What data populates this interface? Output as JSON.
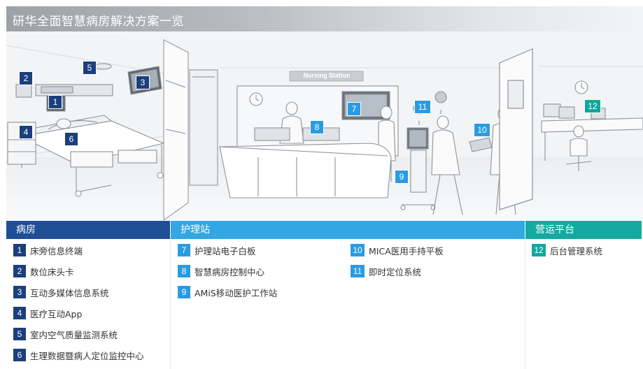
{
  "title": "研华全面智慧病房解决方案一览",
  "scene": {
    "nursing_station_sign": "Nursing Station",
    "markers": [
      "1",
      "2",
      "3",
      "4",
      "5",
      "6",
      "7",
      "8",
      "9",
      "10",
      "11",
      "12"
    ]
  },
  "sections": {
    "ward": {
      "label": "病房",
      "color": "#1f4e96",
      "items": [
        {
          "num": "1",
          "label": "床旁信息终端"
        },
        {
          "num": "2",
          "label": "数位床头卡"
        },
        {
          "num": "3",
          "label": "互动多媒体信息系统"
        },
        {
          "num": "4",
          "label": "医疗互动App"
        },
        {
          "num": "5",
          "label": "室内空气质量监测系统"
        },
        {
          "num": "6",
          "label": "生理数据暨病人定位监控中心"
        }
      ]
    },
    "nursing": {
      "label": "护理站",
      "color": "#34a6e4",
      "items": [
        {
          "num": "7",
          "label": "护理站电子白板"
        },
        {
          "num": "8",
          "label": "智慧病房控制中心"
        },
        {
          "num": "9",
          "label": "AMiS移动医护工作站"
        },
        {
          "num": "10",
          "label": "MICA医用手持平板"
        },
        {
          "num": "11",
          "label": "即时定位系统"
        }
      ]
    },
    "operations": {
      "label": "营运平台",
      "color": "#15a9a1",
      "items": [
        {
          "num": "12",
          "label": "后台管理系统"
        }
      ]
    }
  }
}
